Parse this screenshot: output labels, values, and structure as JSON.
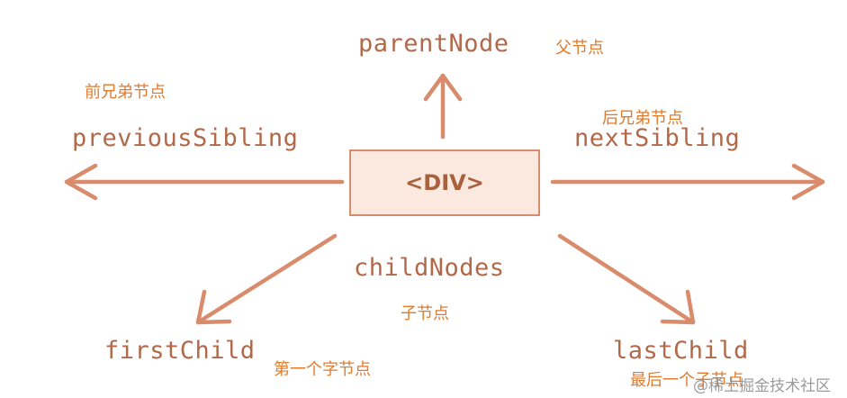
{
  "center_box": {
    "label": "<DIV>"
  },
  "nodes": {
    "parent": {
      "code": "parentNode",
      "zh": "父节点"
    },
    "previous": {
      "code": "previousSibling",
      "zh": "前兄弟节点"
    },
    "next": {
      "code": "nextSibling",
      "zh": "后兄弟节点"
    },
    "children": {
      "code": "childNodes",
      "zh": "子节点"
    },
    "first": {
      "code": "firstChild",
      "zh": "第一个字节点"
    },
    "last": {
      "code": "lastChild",
      "zh": "最后一个子节点"
    }
  },
  "watermark": "@稀土掘金技术社区",
  "colors": {
    "arrow": "#d98c6c",
    "code_text": "#b2694a",
    "annotation": "#e07b2d",
    "box_fill": "#fbe9e0"
  }
}
